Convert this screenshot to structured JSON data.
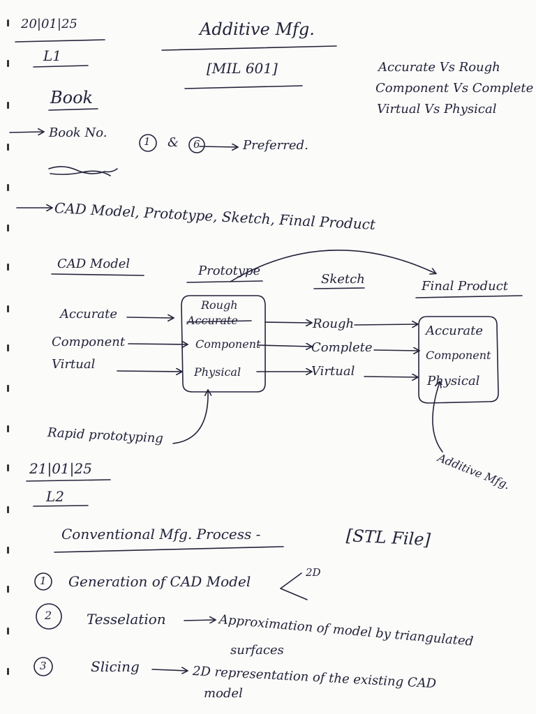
{
  "header": {
    "date1": "20|01|25",
    "lecture1": "L1",
    "title": "Additive Mfg.",
    "course_code": "[MIL 601]",
    "compare": [
      "Accurate Vs Rough",
      "Component Vs Complete",
      "Virtual Vs Physical"
    ]
  },
  "book": {
    "heading": "Book",
    "line": "Book No.",
    "num1": "1",
    "amp": "&",
    "num2": "6",
    "arrow_text": "Preferred."
  },
  "chain_line": "CAD Model, Prototype, Sketch, Final Product",
  "diagram": {
    "cad_model": "CAD Model",
    "prototype": "Prototype",
    "sketch": "Sketch",
    "final_product": "Final Product",
    "left_items": [
      "Accurate",
      "Component",
      "Virtual"
    ],
    "proto_items": [
      "Rough",
      "Accurate",
      "Component",
      "Physical"
    ],
    "sketch_items": [
      "Rough",
      "Complete",
      "Virtual"
    ],
    "final_items": [
      "Accurate",
      "Component",
      "Physical"
    ],
    "rapid": "Rapid prototyping",
    "additive": "Additive Mfg."
  },
  "lecture2": {
    "date": "21|01|25",
    "label": "L2",
    "heading": "Conventional Mfg. Process -",
    "stl": "[STL File]",
    "steps": [
      {
        "num": "1",
        "text": "Generation of CAD Model",
        "side": "2D"
      },
      {
        "num": "2",
        "text": "Tesselation",
        "desc": "Approximation of model by triangulated",
        "desc2": "surfaces"
      },
      {
        "num": "3",
        "text": "Slicing",
        "desc": "2D representation of the existing CAD",
        "desc2": "model"
      }
    ]
  }
}
